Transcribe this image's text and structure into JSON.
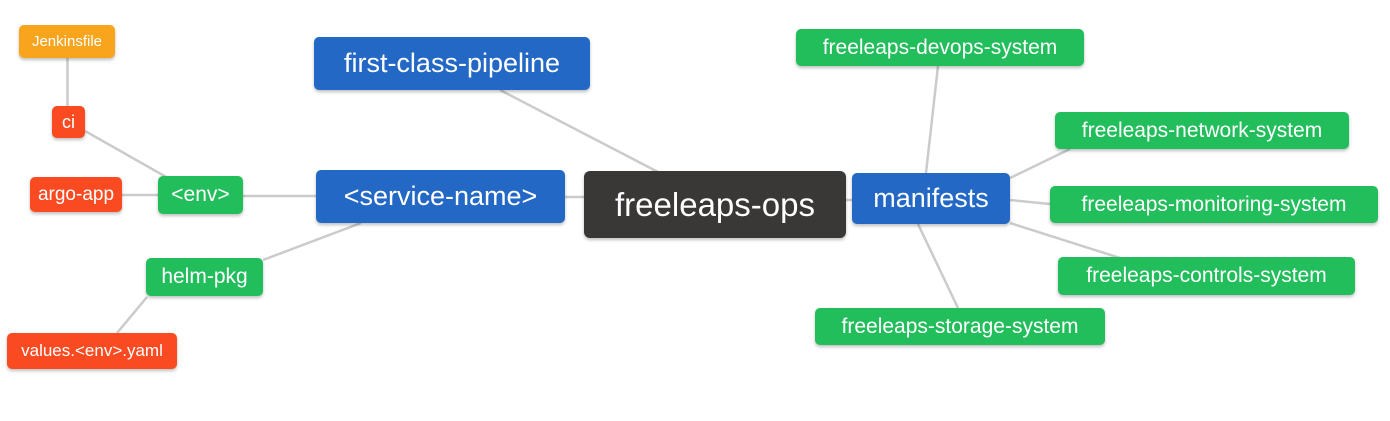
{
  "diagram": {
    "type": "mindmap",
    "root": "freeleaps_ops"
  },
  "colors": {
    "orange": "#F8A41D",
    "red": "#FA4A22",
    "green": "#22BE5B",
    "blue": "#2268C4",
    "dark": "#3A3837",
    "edge": "#CBCBCB",
    "background": "#FFFFFF"
  },
  "nodes": {
    "jenkinsfile": {
      "label": "Jenkinsfile",
      "color": "orange"
    },
    "ci": {
      "label": "ci",
      "color": "red"
    },
    "argo_app": {
      "label": "argo-app",
      "color": "red"
    },
    "env": {
      "label": "<env>",
      "color": "green"
    },
    "helm_pkg": {
      "label": "helm-pkg",
      "color": "green"
    },
    "values_env_yaml": {
      "label": "values.<env>.yaml",
      "color": "red"
    },
    "first_class_pipeline": {
      "label": "first-class-pipeline",
      "color": "blue"
    },
    "service_name": {
      "label": "<service-name>",
      "color": "blue"
    },
    "freeleaps_ops": {
      "label": "freeleaps-ops",
      "color": "dark"
    },
    "manifests": {
      "label": "manifests",
      "color": "blue"
    },
    "devops_system": {
      "label": "freeleaps-devops-system",
      "color": "green"
    },
    "network_system": {
      "label": "freeleaps-network-system",
      "color": "green"
    },
    "monitoring_system": {
      "label": "freeleaps-monitoring-system",
      "color": "green"
    },
    "controls_system": {
      "label": "freeleaps-controls-system",
      "color": "green"
    },
    "storage_system": {
      "label": "freeleaps-storage-system",
      "color": "green"
    }
  },
  "edges": [
    [
      "jenkinsfile",
      "ci"
    ],
    [
      "ci",
      "env"
    ],
    [
      "argo_app",
      "env"
    ],
    [
      "env",
      "service_name"
    ],
    [
      "helm_pkg",
      "service_name"
    ],
    [
      "values_env_yaml",
      "helm_pkg"
    ],
    [
      "service_name",
      "freeleaps_ops"
    ],
    [
      "first_class_pipeline",
      "freeleaps_ops"
    ],
    [
      "freeleaps_ops",
      "manifests"
    ],
    [
      "manifests",
      "devops_system"
    ],
    [
      "manifests",
      "network_system"
    ],
    [
      "manifests",
      "monitoring_system"
    ],
    [
      "manifests",
      "controls_system"
    ],
    [
      "manifests",
      "storage_system"
    ]
  ]
}
